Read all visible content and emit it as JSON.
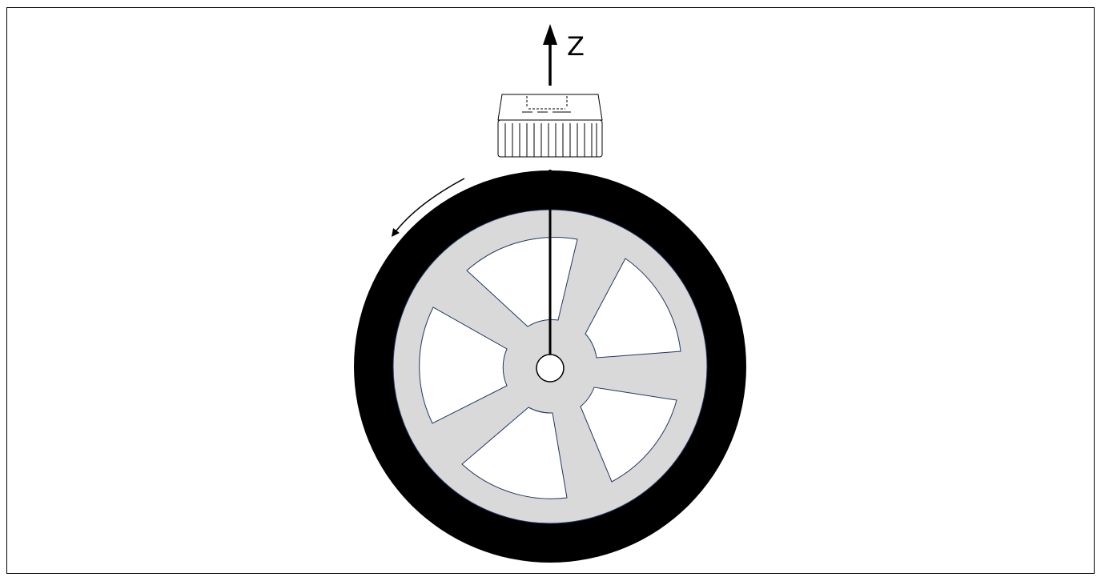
{
  "diagram": {
    "axis": {
      "label": "Z",
      "direction": "up"
    },
    "rotation": {
      "direction": "counterclockwise",
      "arrow": "curved-arrow"
    },
    "sensor": {
      "icon": "sensor-chip-icon"
    },
    "wheel": {
      "spokes": 5,
      "tire_color": "#000000",
      "rim_color": "#d9d9d9",
      "outline_color": "#1f3864"
    }
  }
}
